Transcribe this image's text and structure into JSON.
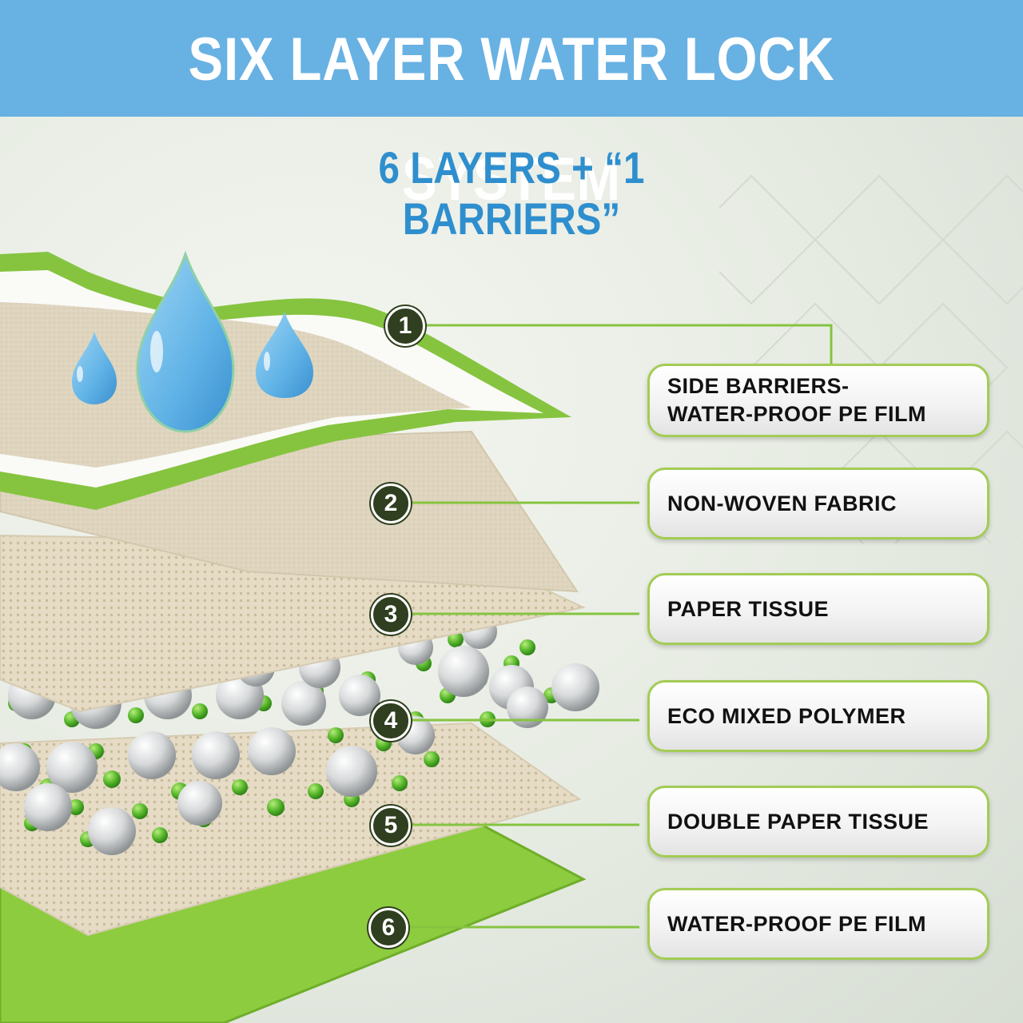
{
  "header": {
    "title": "SIX LAYER WATER LOCK SYSTEM"
  },
  "subtitle": "6 LAYERS + “1 BARRIERS”",
  "layers": [
    {
      "number": "1",
      "label": "SIDE BARRIERS-\nWATER-PROOF PE FILM"
    },
    {
      "number": "2",
      "label": "NON-WOVEN FABRIC"
    },
    {
      "number": "3",
      "label": "PAPER TISSUE"
    },
    {
      "number": "4",
      "label": "ECO MIXED POLYMER"
    },
    {
      "number": "5",
      "label": "DOUBLE PAPER TISSUE"
    },
    {
      "number": "6",
      "label": "WATER-PROOF PE FILM"
    }
  ],
  "colors": {
    "banner": "#68b1e3",
    "subtitle": "#2f8fce",
    "accent_green": "#86c440",
    "badge": "#2f3f1f",
    "water": "#5fb2e6"
  }
}
